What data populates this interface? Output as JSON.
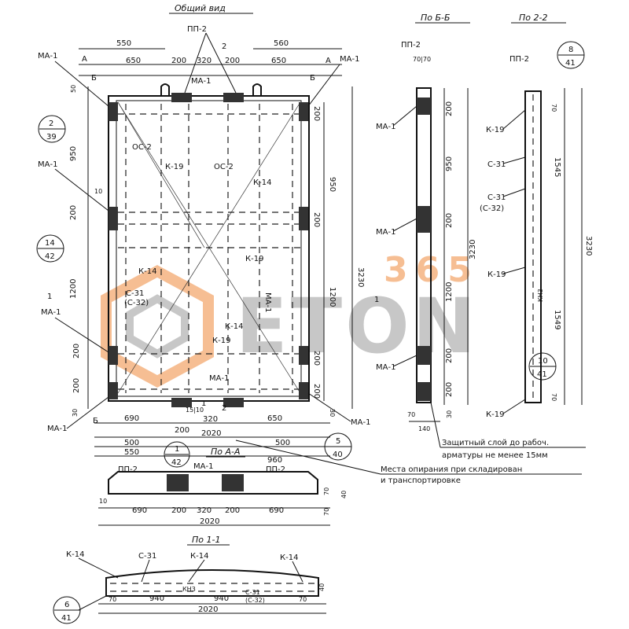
{
  "titles": {
    "main_view": "Общий вид",
    "view_b": "По Б-Б",
    "view_22": "По 2-2",
    "view_a": "По А-А",
    "view_11": "По 1-1"
  },
  "labels": {
    "pp2": "ПП-2",
    "ma1": "МА-1",
    "oc2": "ОС-2",
    "k19": "К-19",
    "k14": "К-14",
    "c31": "С-31",
    "c32": "(С-32)",
    "kn3": "КН3",
    "A": "А",
    "B": "Б",
    "one": "1",
    "two": "2"
  },
  "callouts": {
    "c_2_39": [
      "2",
      "39"
    ],
    "c_14_42": [
      "14",
      "42"
    ],
    "c_5_40": [
      "5",
      "40"
    ],
    "c_1_42": [
      "1",
      "42"
    ],
    "c_8_41": [
      "8",
      "41"
    ],
    "c_10_41": [
      "10",
      "41"
    ],
    "c_6_41": [
      "6",
      "41"
    ]
  },
  "dims": {
    "d550": "550",
    "d560": "560",
    "d650": "650",
    "d200": "200",
    "d320": "320",
    "d690": "690",
    "d2020": "2020",
    "d500": "500",
    "d950": "950",
    "d1200": "1200",
    "d3230": "3230",
    "d1545": "1545",
    "d1549": "1549",
    "d70": "70",
    "d140": "140",
    "d30": "30",
    "d10": "10",
    "d40": "40",
    "d940": "940",
    "d960": "960",
    "d50": "50",
    "d1510": "15|10",
    "d7070": "70|70"
  },
  "notes": {
    "protective_1": "Защитный слой до рабоч.",
    "protective_2": "арматуры не менее 15мм",
    "support_1": "Места опирания при складирован",
    "support_2": "и транспортировке"
  },
  "watermark": {
    "brand": "ETON",
    "suffix": "365",
    "color": "#f08a3c",
    "gray": "#9a9a9a"
  }
}
